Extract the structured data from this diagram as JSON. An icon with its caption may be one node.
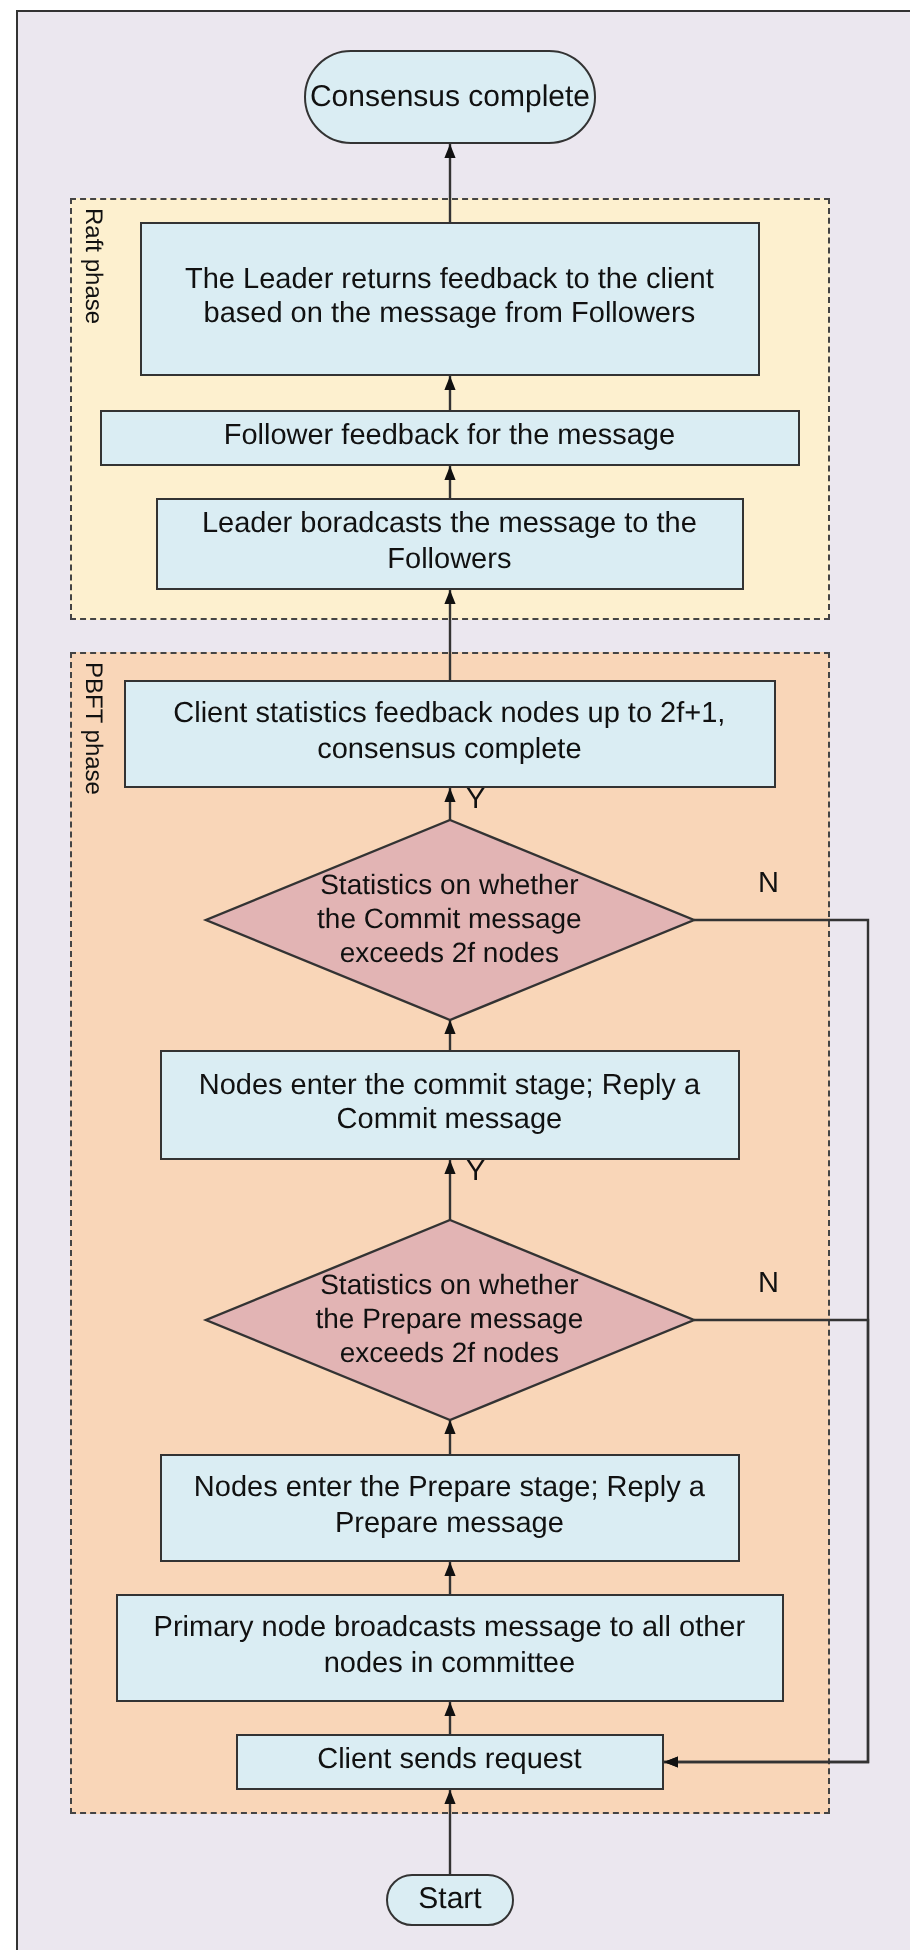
{
  "diagram": {
    "nodes": [
      {
        "text": [
          "Consensus complete"
        ]
      },
      {
        "text": [
          "Raft phase"
        ]
      },
      {
        "text": [
          "The Leader returns feedback to the client based on the message from Followers"
        ],
        "in": 1
      },
      {
        "text": [
          "Follower feedback for the message"
        ],
        "in": 1
      },
      {
        "text": [
          "Leader boradcasts the message to the Followers"
        ],
        "in": 1
      },
      {
        "text": [
          "PBFT phase"
        ]
      },
      {
        "text": [
          "Client statistics feedback nodes up to 2f+1, consensus complete"
        ],
        "in": 5
      },
      {
        "text": [
          "Statistics on whether the Commit message exceeds 2f nodes"
        ],
        "in": 5
      },
      {
        "text": [
          "Nodes enter the commit stage; Reply a Commit message"
        ],
        "in": 5
      },
      {
        "text": [
          "Statistics on whether the Prepare message exceeds 2f nodes"
        ],
        "in": 5
      },
      {
        "text": [
          "Nodes enter the Prepare stage; Reply a Prepare message"
        ],
        "in": 5
      },
      {
        "text": [
          "Primary node broadcasts message to all other nodes in committee"
        ],
        "in": 5
      },
      {
        "text": [
          "Client sends request"
        ],
        "in": 5
      },
      {
        "text": [
          "Start"
        ]
      }
    ],
    "edges": [
      {
        "from": 13,
        "to": 12,
        "arrow": "to"
      },
      {
        "from": 12,
        "to": 11,
        "arrow": "to"
      },
      {
        "from": 11,
        "to": 10,
        "arrow": "to"
      },
      {
        "from": 10,
        "to": 9,
        "arrow": "to"
      },
      {
        "from": 9,
        "to": 8,
        "arrow": "to",
        "label": "Y"
      },
      {
        "from": 9,
        "to": 12,
        "arrow": "to",
        "label": "N"
      },
      {
        "from": 8,
        "to": 7,
        "arrow": "to"
      },
      {
        "from": 7,
        "to": 6,
        "arrow": "to",
        "label": "Y"
      },
      {
        "from": 7,
        "to": 12,
        "arrow": "to",
        "label": "N"
      },
      {
        "from": 6,
        "to": 4,
        "arrow": "to"
      },
      {
        "from": 4,
        "to": 3,
        "arrow": "to"
      },
      {
        "from": 3,
        "to": 2,
        "arrow": "to"
      },
      {
        "from": 2,
        "to": 0,
        "arrow": "to"
      }
    ]
  }
}
